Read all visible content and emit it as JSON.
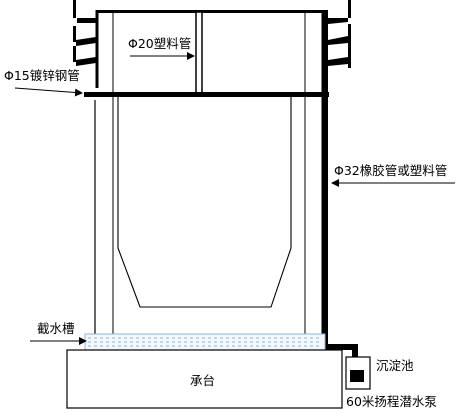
{
  "labels": {
    "pvc_pipe_20": "Φ20塑料管",
    "galvanized_pipe_15": "Φ15镀锌钢管",
    "rubber_pipe_32": "Φ32橡胶管或塑料管",
    "gutter": "截水槽",
    "pile_cap": "承台",
    "settling_tank": "沉淀池",
    "pump": "60米扬程潜水泵"
  },
  "colors": {
    "line": "#000000",
    "water_dash": "#8fb3d6",
    "water_fill": "#f4f8fc",
    "background": "#ffffff"
  }
}
